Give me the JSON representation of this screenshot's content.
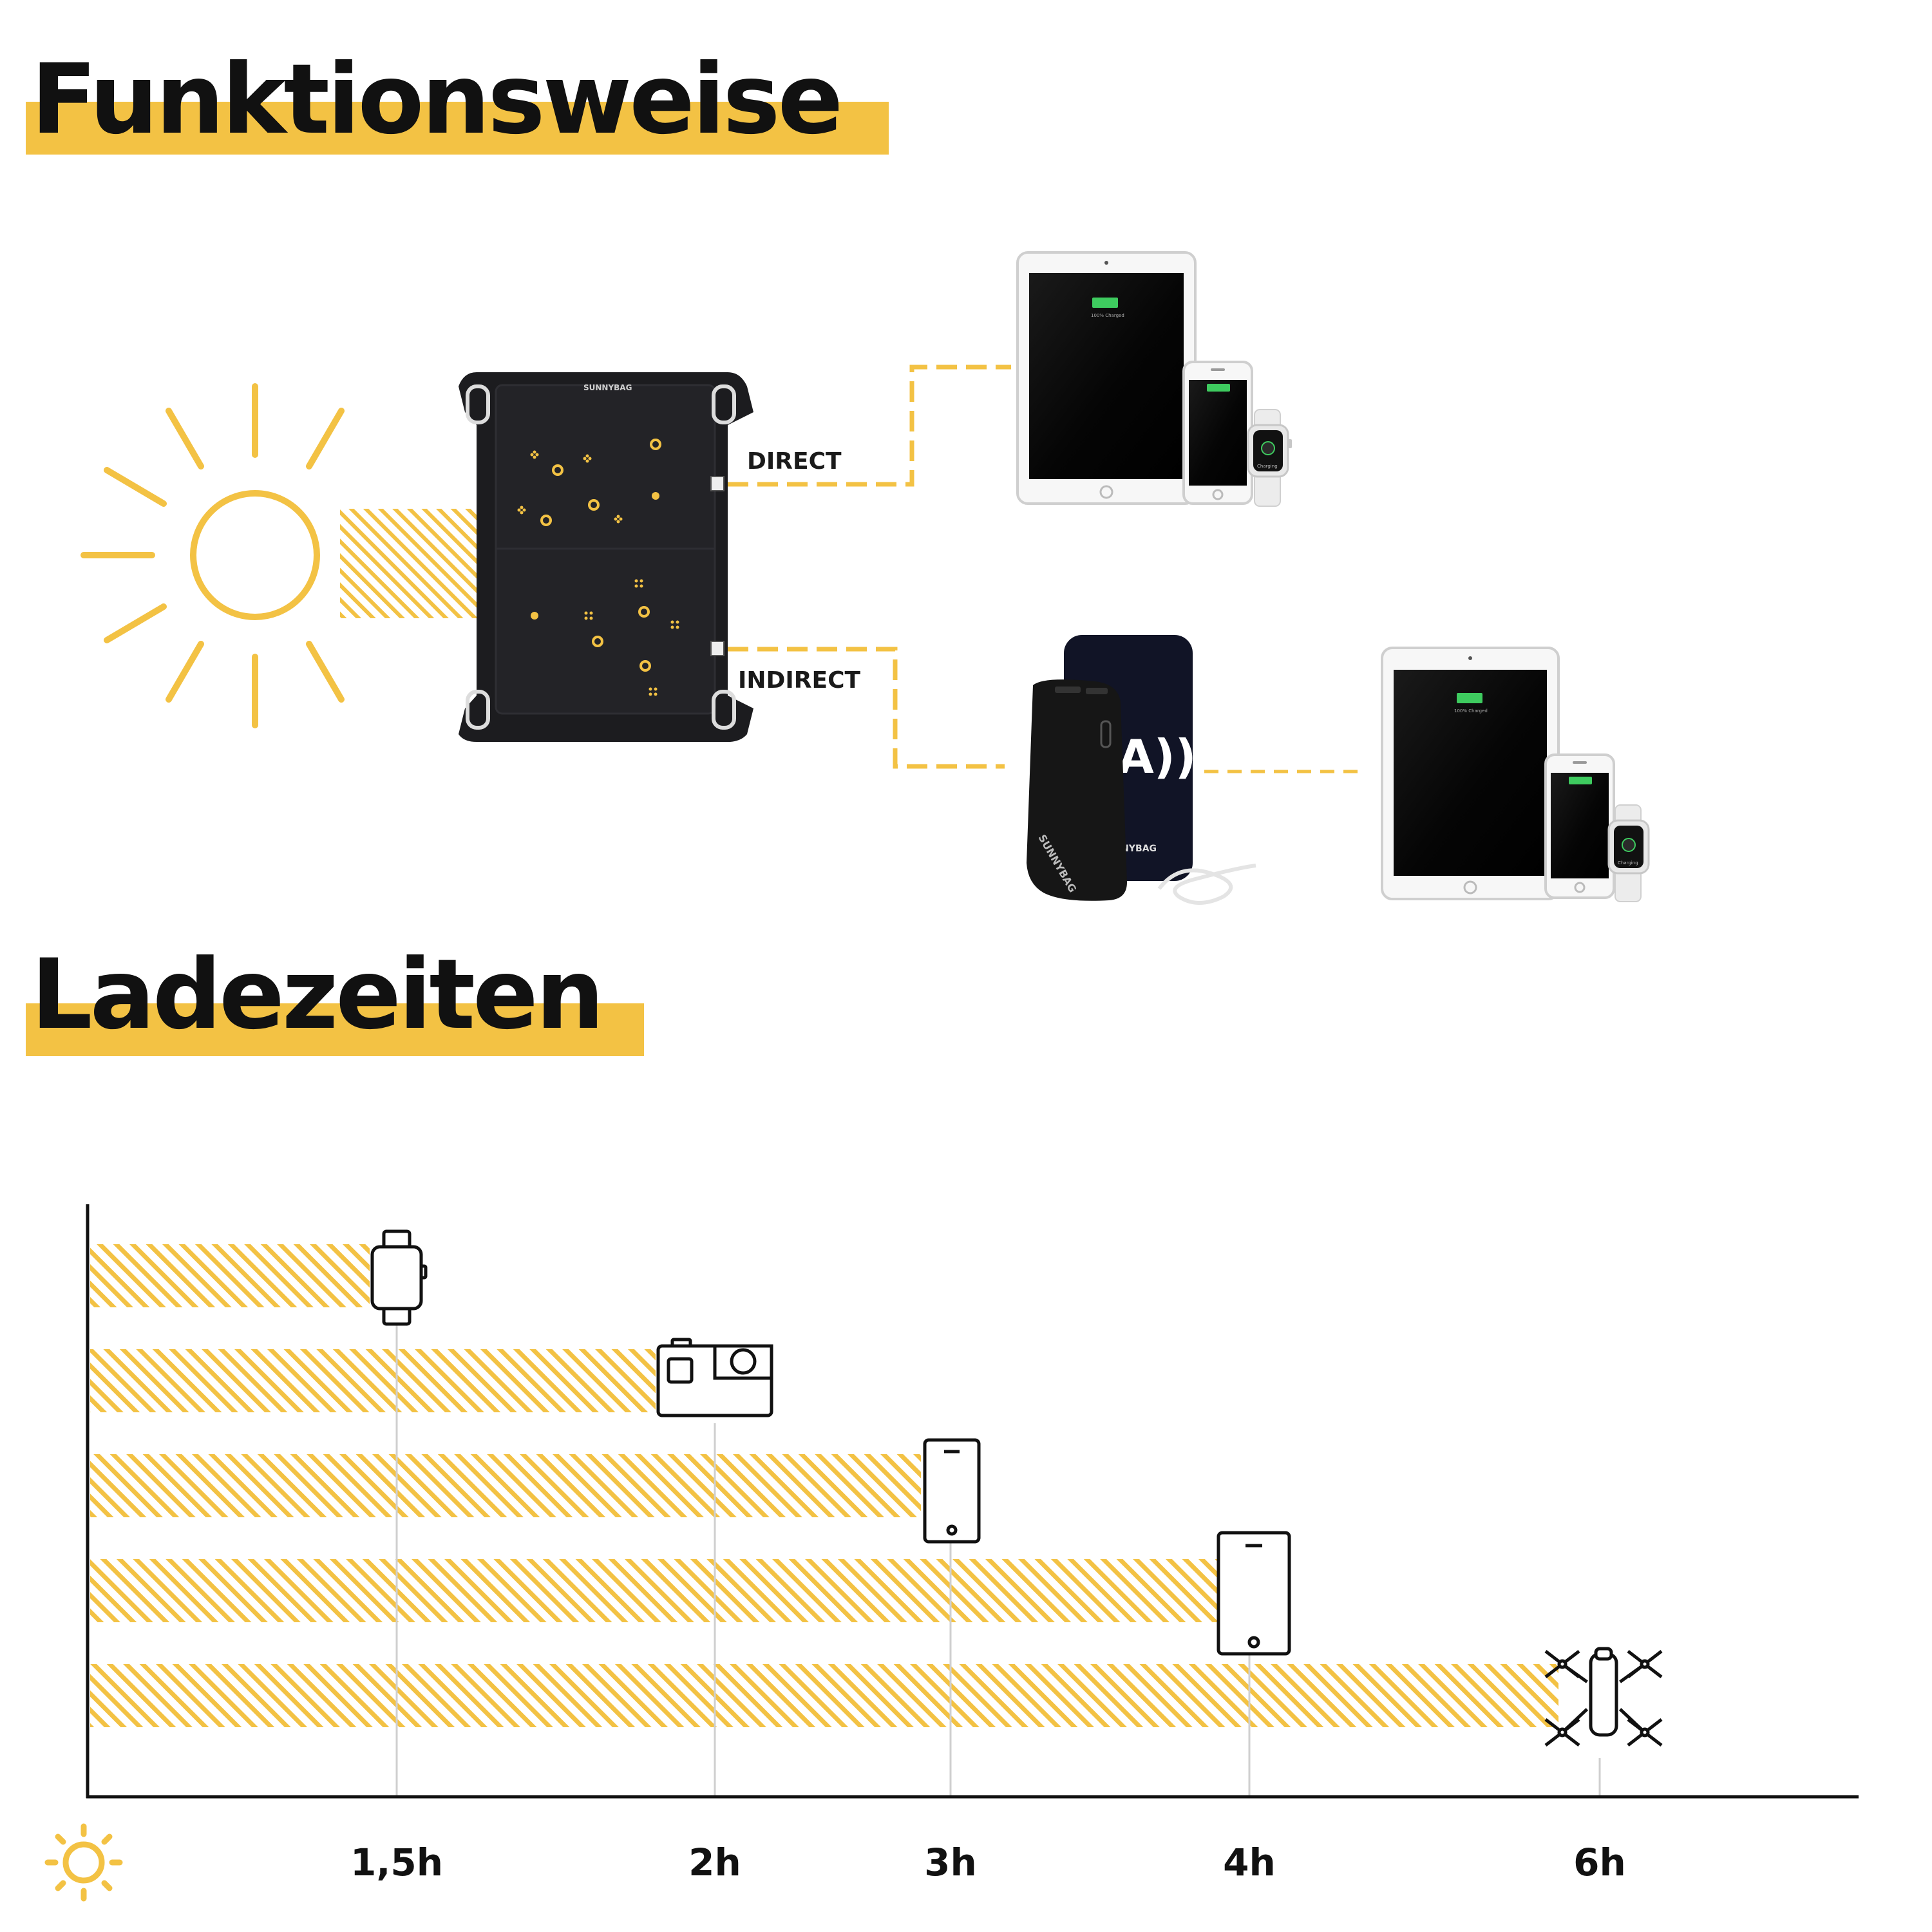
{
  "sections": {
    "function_title": "Funktionsweise",
    "times_title": "Ladezeiten"
  },
  "diagram": {
    "direct_label": "DIRECT",
    "indirect_label": "INDIRECT",
    "brand_text": "SUNNYBAG",
    "status_text": "100% Charged",
    "watch_text": "Charging"
  },
  "colors": {
    "accent": "#f3c244",
    "panel": "#1c1c1f",
    "ink": "#111111"
  },
  "chart_data": {
    "type": "bar",
    "categories": [
      "smartwatch-icon",
      "action-camera-icon",
      "smartphone-icon",
      "tablet-icon",
      "drone-icon"
    ],
    "values": [
      1.5,
      2,
      3,
      4,
      6
    ],
    "x_tick_labels": [
      "1,5h",
      "2h",
      "3h",
      "4h",
      "6h"
    ],
    "orientation": "horizontal",
    "fill": "hatched",
    "axis_icon": "sun-icon",
    "grid": false
  }
}
